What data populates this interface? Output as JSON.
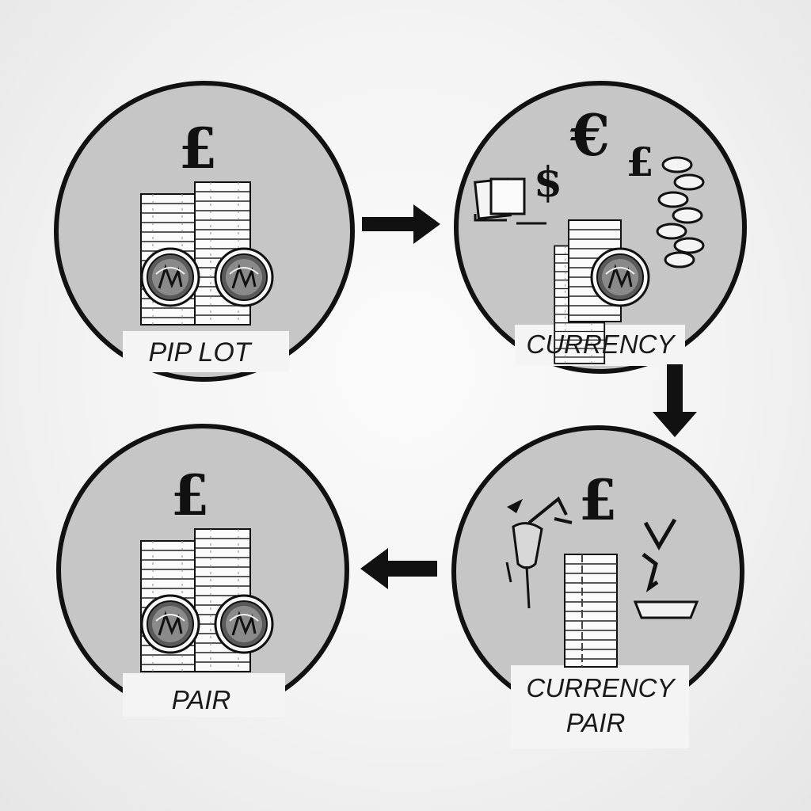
{
  "nodes": [
    {
      "id": "pip-lot",
      "label_lines": [
        "PIP LOT"
      ],
      "symbol": "£",
      "icon": "coin-stacks-icon"
    },
    {
      "id": "currency",
      "label_lines": [
        "CURRENCY"
      ],
      "symbol": "€",
      "secondary_symbols": [
        "$",
        "£"
      ],
      "icon": "currency-exchange-icon"
    },
    {
      "id": "currency-pair",
      "label_lines": [
        "CURRENCY",
        "PAIR"
      ],
      "symbol": "£",
      "icon": "trade-sketch-icon"
    },
    {
      "id": "pair",
      "label_lines": [
        "PAIR"
      ],
      "symbol": "£",
      "icon": "coin-stacks-icon"
    }
  ],
  "arrows": [
    {
      "from": "pip-lot",
      "to": "currency",
      "direction": "right"
    },
    {
      "from": "currency",
      "to": "currency-pair",
      "direction": "down"
    },
    {
      "from": "currency-pair",
      "to": "pair",
      "direction": "left"
    }
  ],
  "colors": {
    "circle_fill": "#c6c6c6",
    "outline": "#111111",
    "label_bg": "#f4f4f4",
    "background": "#f2f2f2"
  }
}
